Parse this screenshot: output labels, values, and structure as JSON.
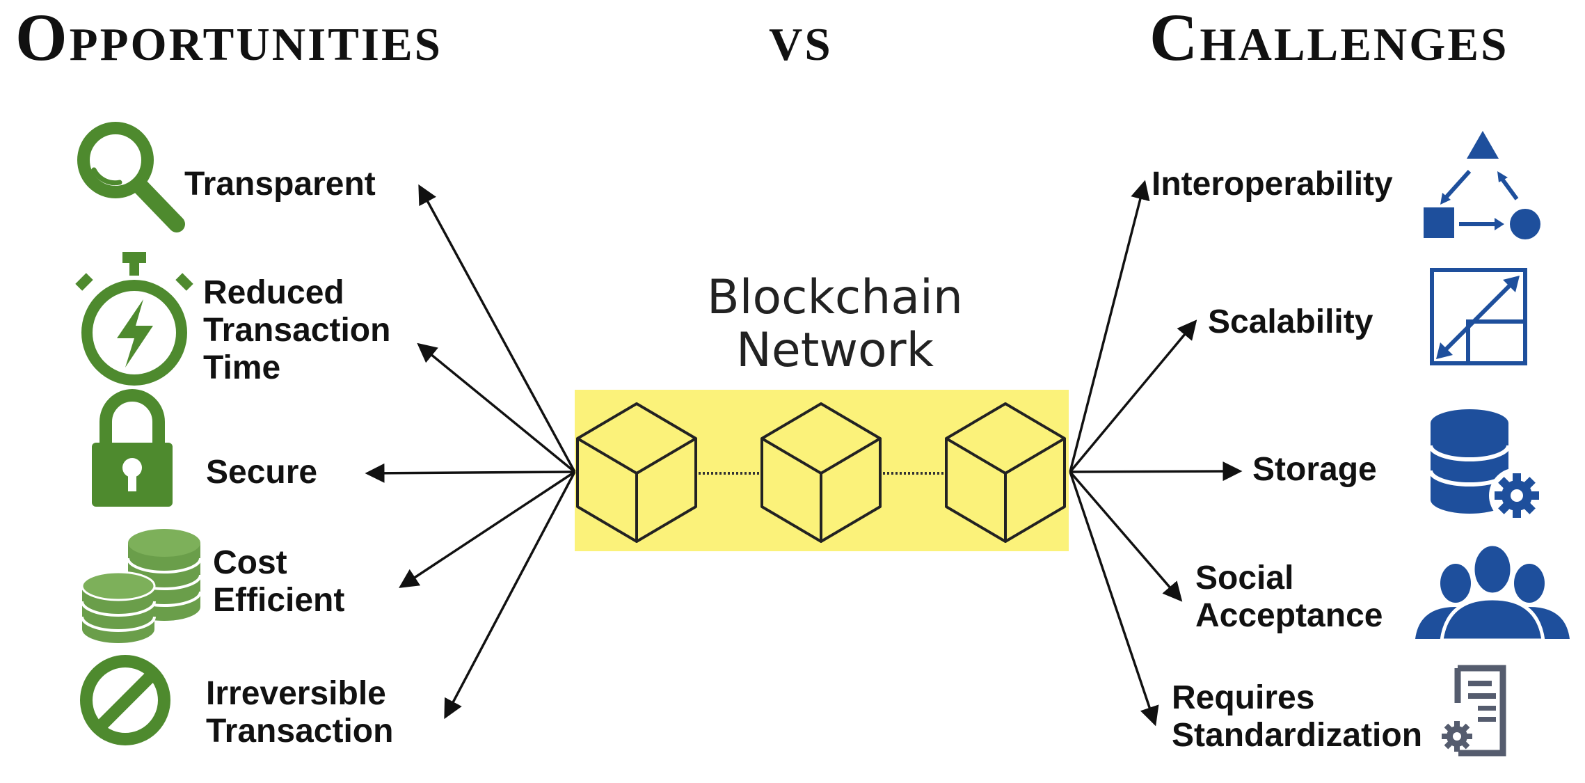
{
  "headings": {
    "left": "Opportunities",
    "middle": "vs",
    "right": "Challenges"
  },
  "center": {
    "title_line1": "Blockchain",
    "title_line2": "Network"
  },
  "opportunities": [
    {
      "lines": [
        "Transparent"
      ],
      "icon": "magnifier-icon"
    },
    {
      "lines": [
        "Reduced",
        "Transaction",
        "Time"
      ],
      "icon": "stopwatch-icon"
    },
    {
      "lines": [
        "Secure"
      ],
      "icon": "padlock-icon"
    },
    {
      "lines": [
        "Cost",
        "Efficient"
      ],
      "icon": "coins-icon"
    },
    {
      "lines": [
        "Irreversible",
        "Transaction"
      ],
      "icon": "prohibited-icon"
    }
  ],
  "challenges": [
    {
      "lines": [
        "Interoperability"
      ],
      "icon": "shapes-exchange-icon"
    },
    {
      "lines": [
        "Scalability"
      ],
      "icon": "resize-arrows-icon"
    },
    {
      "lines": [
        "Storage"
      ],
      "icon": "database-gear-icon"
    },
    {
      "lines": [
        "Social",
        "Acceptance"
      ],
      "icon": "people-icon"
    },
    {
      "lines": [
        "Requires",
        "Standardization"
      ],
      "icon": "document-gear-icon"
    }
  ],
  "colors": {
    "opportunity_green": "#4e8a2e",
    "challenge_blue": "#1e4f9c",
    "block_highlight": "#fbf27a",
    "arrow": "#111111"
  }
}
